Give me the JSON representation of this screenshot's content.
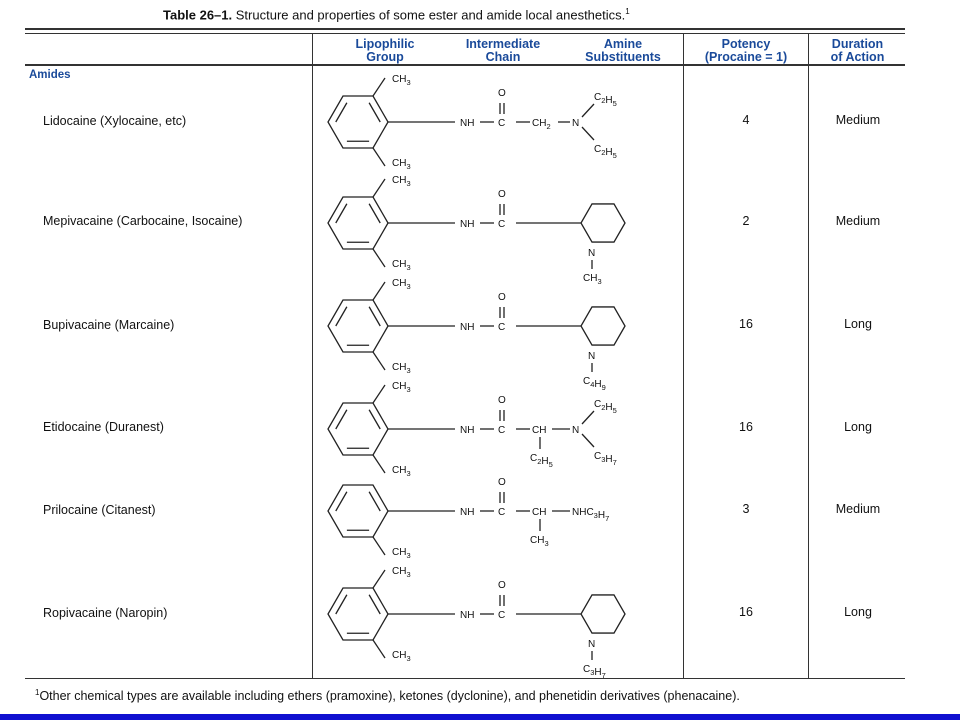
{
  "title": {
    "label": "Table 26–1.",
    "text": "Structure and properties of some ester and amide local anesthetics.",
    "sup": "1"
  },
  "headers": {
    "lipophilic": "Lipophilic\nGroup",
    "chain": "Intermediate\nChain",
    "amine": "Amine\nSubstituents",
    "potency": "Potency\n(Procaine = 1)",
    "duration": "Duration\nof Action"
  },
  "section": "Amides",
  "rows": [
    {
      "name": "Lidocaine (Xylocaine, etc)",
      "potency": "4",
      "duration": "Medium"
    },
    {
      "name": "Mepivacaine (Carbocaine, Isocaine)",
      "potency": "2",
      "duration": "Medium"
    },
    {
      "name": "Bupivacaine (Marcaine)",
      "potency": "16",
      "duration": "Long"
    },
    {
      "name": "Etidocaine (Duranest)",
      "potency": "16",
      "duration": "Long"
    },
    {
      "name": "Prilocaine (Citanest)",
      "potency": "3",
      "duration": "Medium"
    },
    {
      "name": "Ropivacaine (Naropin)",
      "potency": "16",
      "duration": "Long"
    }
  ],
  "footnote": {
    "sup": "1",
    "text": "Other chemical types are available including ethers (pramoxine), ketones (dyclonine), and phenetidin derivatives (phenacaine)."
  },
  "chem": {
    "ch3": "CH3",
    "o": "O",
    "nh": "NH",
    "c": "C",
    "ch2": "CH2",
    "n": "N",
    "ch": "CH",
    "c2h5": "C2H5",
    "c4h9": "C4H9",
    "c3h7": "C3H7",
    "nhc3h7": "NHC3H7"
  },
  "colors": {
    "header": "#1a4a9a",
    "bar": "#1010d0",
    "rule": "#333333"
  }
}
